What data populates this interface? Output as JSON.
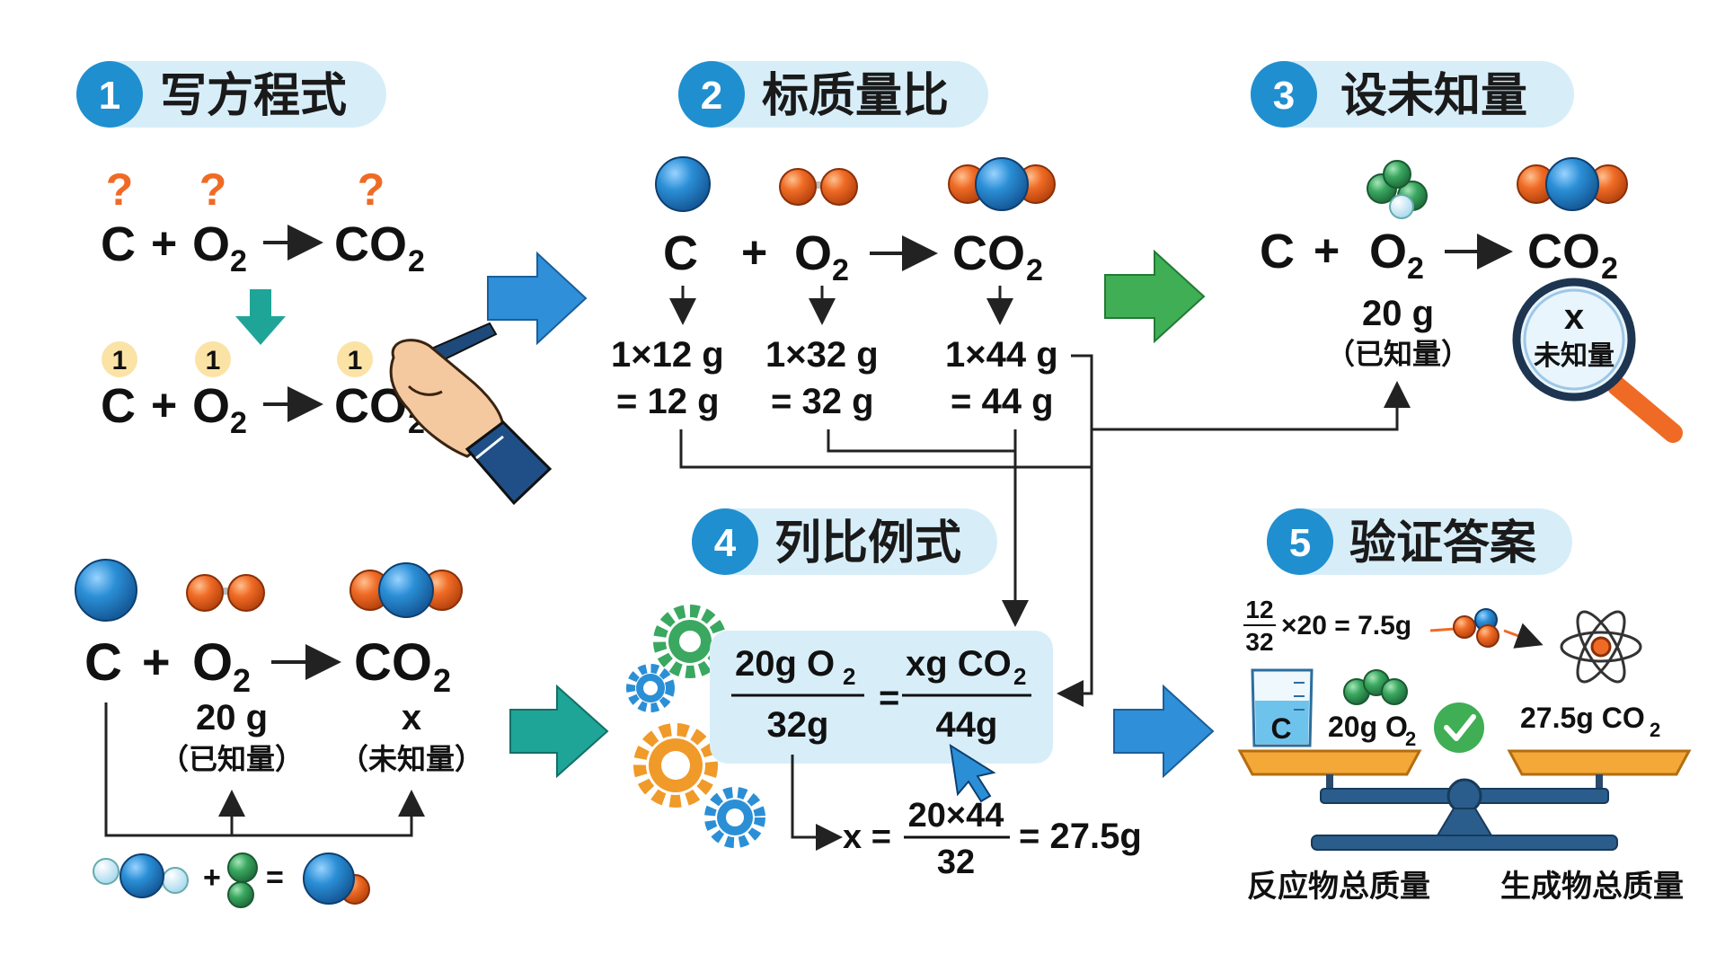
{
  "steps": [
    {
      "number": "1",
      "title": "写方程式"
    },
    {
      "number": "2",
      "title": "标质量比"
    },
    {
      "number": "3",
      "title": "设未知量"
    },
    {
      "number": "4",
      "title": "列比例式"
    },
    {
      "number": "5",
      "title": "验证答案"
    }
  ],
  "panel1": {
    "question_mark": "?",
    "coefficient": "1",
    "c": "C",
    "plus": "+",
    "o": "O",
    "co": "CO",
    "sub2": "2"
  },
  "panel2": {
    "c": "C",
    "plus": "+",
    "o": "O",
    "co": "CO",
    "sub2": "2",
    "c_mass": "1×12 g",
    "o2_mass": "1×32 g",
    "co2_mass": "1×44 g",
    "c_result": "= 12 g",
    "o2_result": "= 32 g",
    "co2_result": "= 44 g"
  },
  "panel3": {
    "c": "C",
    "plus": "+",
    "o": "O",
    "co": "CO",
    "sub2": "2",
    "known_value": "20 g",
    "known_label": "（已知量）",
    "unknown_value": "x",
    "unknown_label": "未知量"
  },
  "panel_bl": {
    "c": "C",
    "plus": "+",
    "o": "O",
    "co": "CO",
    "sub2": "2",
    "known_value": "20 g",
    "known_label": "（已知量）",
    "unknown_value": "x",
    "unknown_label": "（未知量）",
    "plus_sign": "+",
    "equals_sign": "="
  },
  "panel4": {
    "left_num": "20g O",
    "left_den": "32g",
    "equals": "=",
    "right_num": "xg CO",
    "right_den": "44g",
    "sub2": "2",
    "solve_prefix": "x =",
    "solve_num": "20×44",
    "solve_den": "32",
    "solve_result": "= 27.5g"
  },
  "panel5": {
    "frac_num": "12",
    "frac_den": "32",
    "calc": "×20 = 7.5g",
    "beaker_label": "C",
    "left_pan": "20g O",
    "right_pan": "27.5g CO",
    "sub2": "2",
    "reactants_label": "反应物总质量",
    "products_label": "生成物总质量"
  },
  "colors": {
    "badge": "#1f8fcf",
    "pill": "#d7eef9",
    "carbon": "#2b8fd6",
    "oxygen": "#ef6b25",
    "green_atom": "#3aa860",
    "question": "#ef6b25",
    "coef_badge": "#fbe3a6",
    "arrow_blue": "#2f8fd8",
    "arrow_green": "#3fae55",
    "arrow_teal": "#1fa598",
    "box4": "#d7eef9"
  }
}
